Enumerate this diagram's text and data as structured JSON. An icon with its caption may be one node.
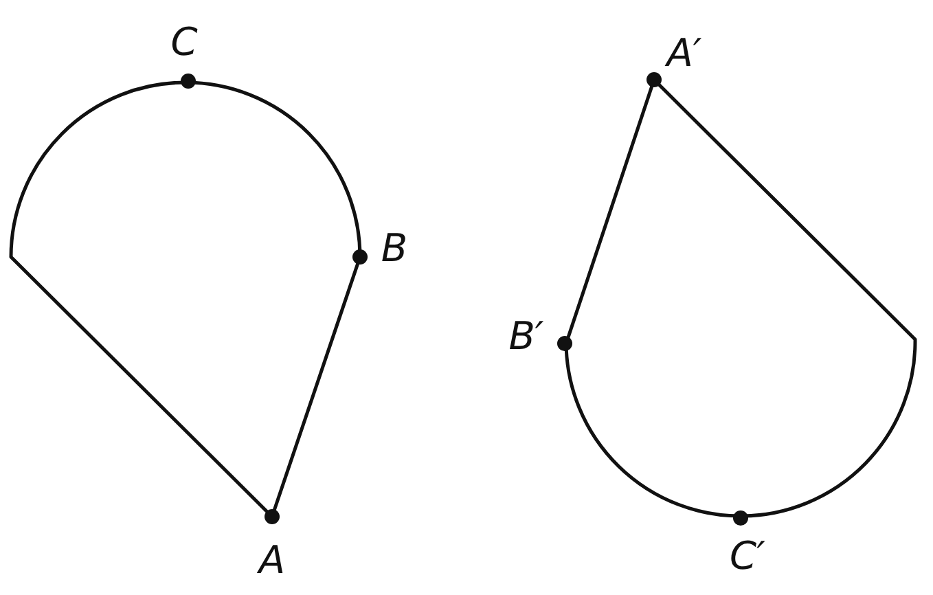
{
  "diagram": {
    "labels": [
      "C",
      "A′",
      "B",
      "B′",
      "A",
      "C′"
    ]
  }
}
